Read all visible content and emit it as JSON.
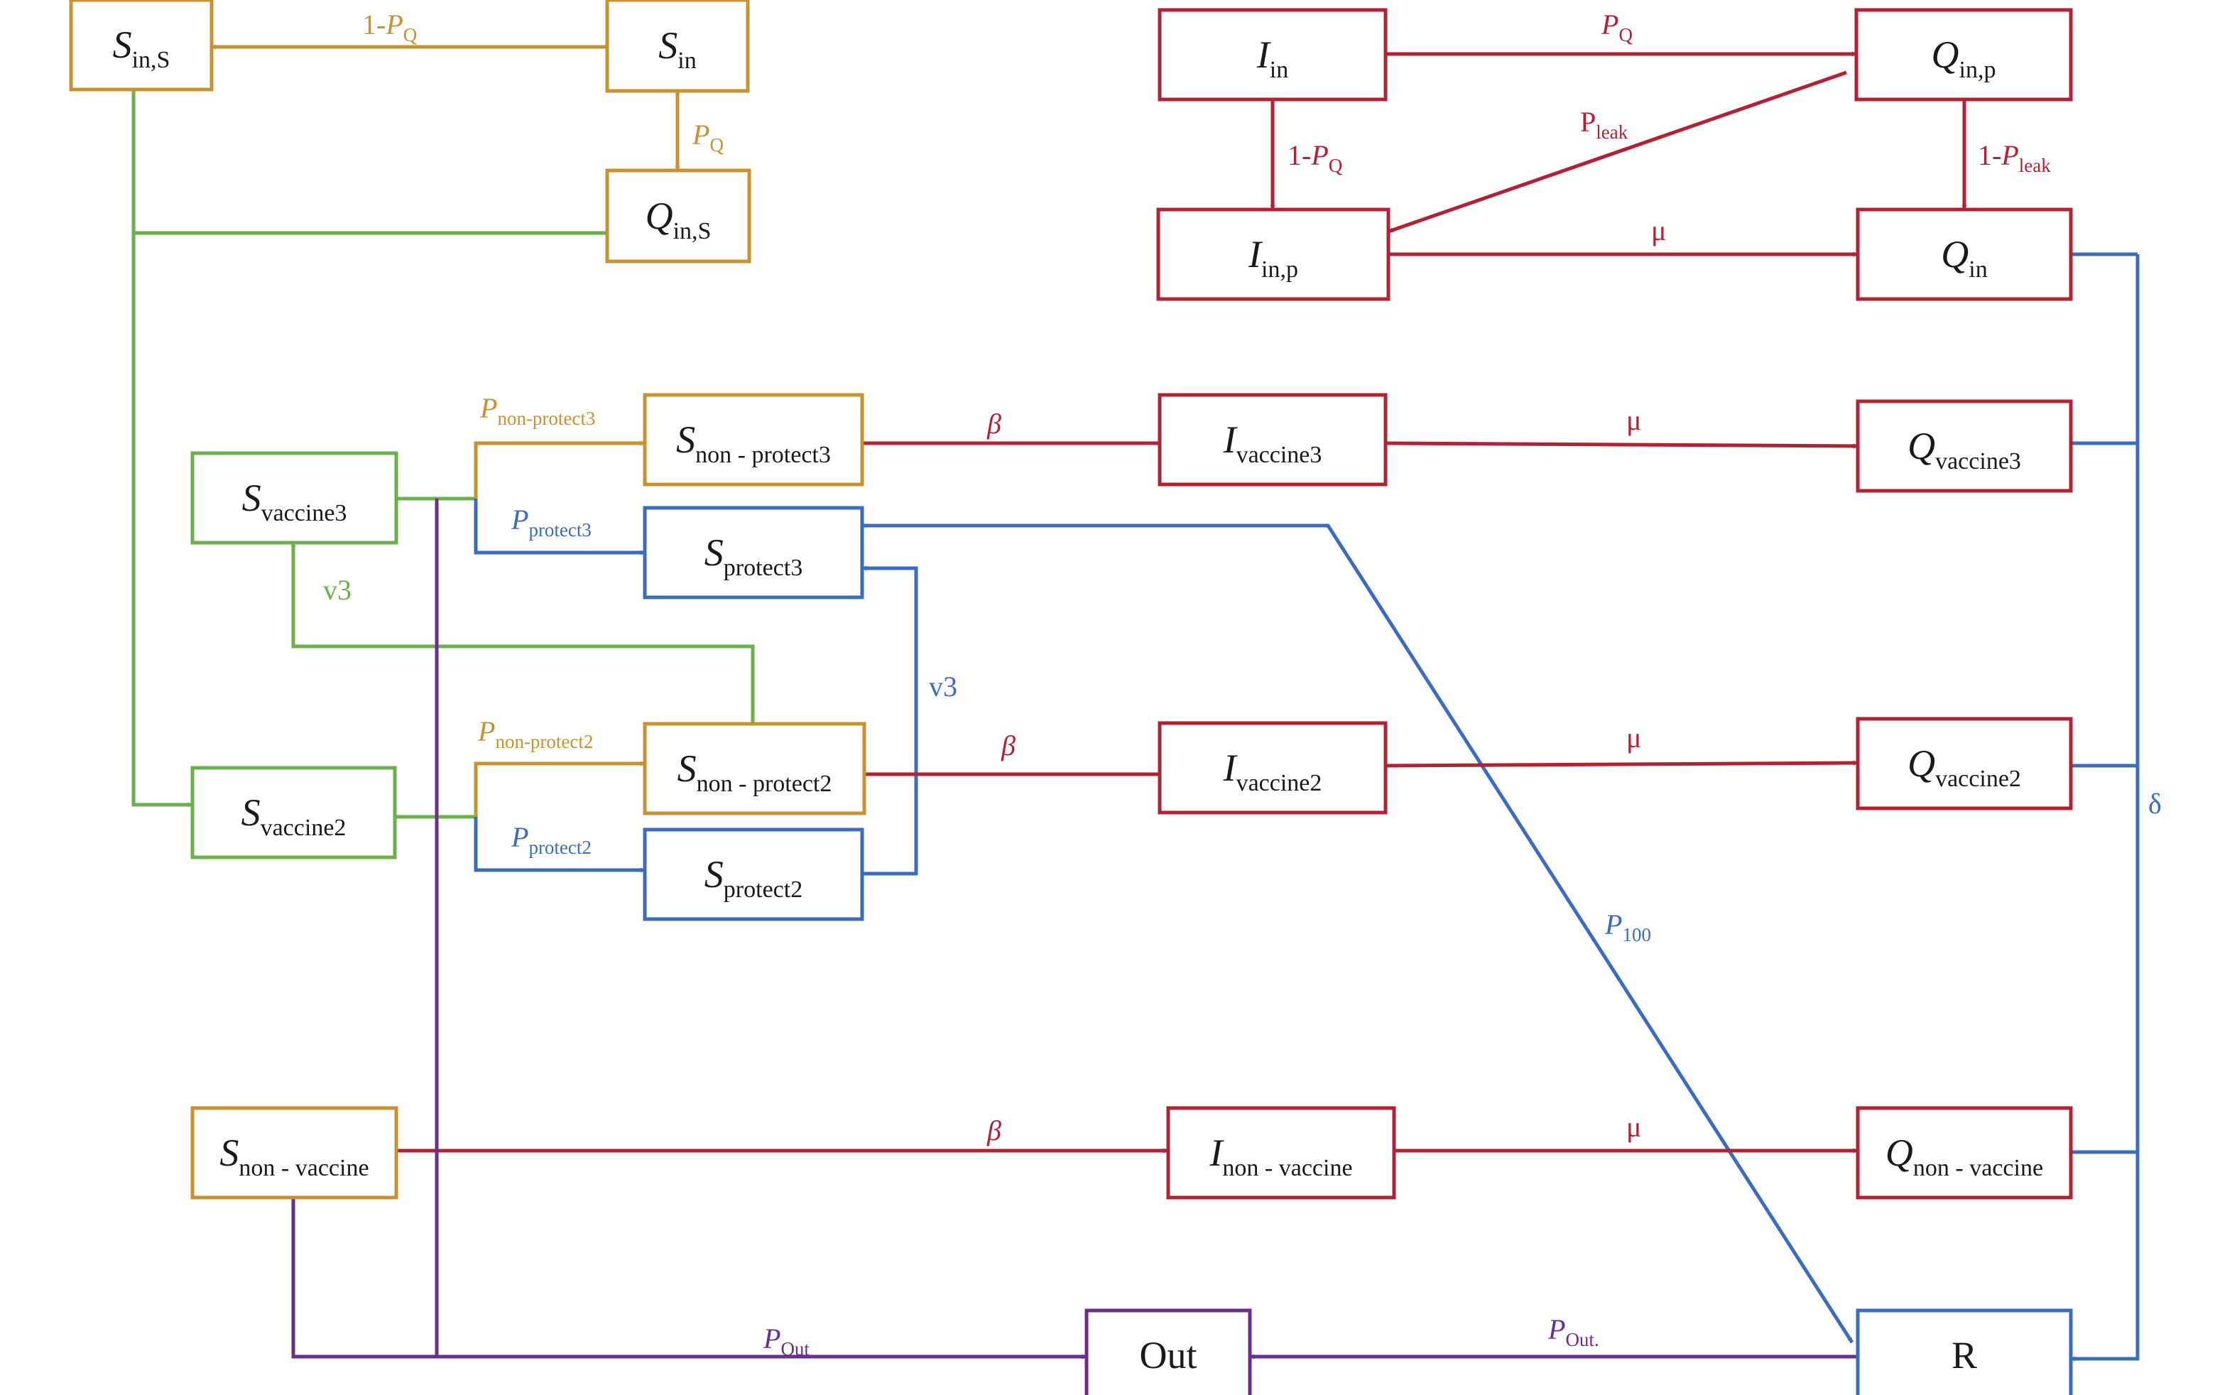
{
  "colors": {
    "gold": "#C8922F",
    "red": "#B22234",
    "blue": "#3A6DC0",
    "green": "#6BB04A",
    "purple": "#6B2D8F"
  },
  "nodes": {
    "S_inS": {
      "main": "S",
      "sub": "in,S",
      "color": "gold"
    },
    "S_in": {
      "main": "S",
      "sub": "in",
      "color": "gold"
    },
    "Q_inS": {
      "main": "Q",
      "sub": "in,S",
      "color": "gold"
    },
    "I_in": {
      "main": "I",
      "sub": "in",
      "color": "red"
    },
    "Q_inp": {
      "main": "Q",
      "sub": "in,p",
      "color": "red"
    },
    "I_inp": {
      "main": "I",
      "sub": "in,p",
      "color": "red"
    },
    "Q_in": {
      "main": "Q",
      "sub": "in",
      "color": "red"
    },
    "S_vaccine3": {
      "main": "S",
      "sub": "vaccine3",
      "color": "green"
    },
    "S_nonprotect3": {
      "main": "S",
      "sub": "non - protect3",
      "color": "gold"
    },
    "S_protect3": {
      "main": "S",
      "sub": "protect3",
      "color": "blue"
    },
    "I_vaccine3": {
      "main": "I",
      "sub": "vaccine3",
      "color": "red"
    },
    "Q_vaccine3": {
      "main": "Q",
      "sub": "vaccine3",
      "color": "red"
    },
    "S_vaccine2": {
      "main": "S",
      "sub": "vaccine2",
      "color": "green"
    },
    "S_nonprotect2": {
      "main": "S",
      "sub": "non - protect2",
      "color": "gold"
    },
    "S_protect2": {
      "main": "S",
      "sub": "protect2",
      "color": "blue"
    },
    "I_vaccine2": {
      "main": "I",
      "sub": "vaccine2",
      "color": "red"
    },
    "Q_vaccine2": {
      "main": "Q",
      "sub": "vaccine2",
      "color": "red"
    },
    "S_nonvaccine": {
      "main": "S",
      "sub": "non - vaccine",
      "color": "gold"
    },
    "I_nonvaccine": {
      "main": "I",
      "sub": "non - vaccine",
      "color": "red"
    },
    "Q_nonvaccine": {
      "main": "Q",
      "sub": "non - vaccine",
      "color": "red"
    },
    "Out": {
      "main": "Out",
      "sub": "",
      "color": "purple",
      "plain": true
    },
    "R": {
      "main": "R",
      "sub": "",
      "color": "blue",
      "plain": true
    }
  },
  "edge_labels": {
    "sin_to_sins": {
      "prefix": "1-",
      "main": "P",
      "sub": "Q",
      "color": "gold"
    },
    "sin_to_qins": {
      "prefix": "",
      "main": "P",
      "sub": "Q",
      "color": "gold"
    },
    "iin_to_qinp": {
      "prefix": "",
      "main": "P",
      "sub": "Q",
      "color": "red"
    },
    "iin_to_iinp": {
      "prefix": "1-",
      "main": "P",
      "sub": "Q",
      "color": "red"
    },
    "qinp_to_iinp": {
      "prefix": "",
      "main": "P",
      "sub": "leak",
      "color": "red",
      "plain": true
    },
    "qinp_to_qin": {
      "prefix": "1-",
      "main": "P",
      "sub": "leak",
      "color": "red"
    },
    "iinp_to_qin": {
      "prefix": "",
      "main": "μ",
      "sub": "",
      "color": "red",
      "plain": true
    },
    "v3_nonprotect3": {
      "prefix": "",
      "main": "P",
      "sub": "non-protect3",
      "color": "gold"
    },
    "v3_protect3": {
      "prefix": "",
      "main": "P",
      "sub": "protect3",
      "color": "blue"
    },
    "beta3": {
      "prefix": "",
      "main": "β",
      "sub": "",
      "color": "red"
    },
    "mu3": {
      "prefix": "",
      "main": "μ",
      "sub": "",
      "color": "red",
      "plain": true
    },
    "v3_green": {
      "prefix": "",
      "main": "v3",
      "sub": "",
      "color": "green",
      "plain": true
    },
    "v3_blue": {
      "prefix": "",
      "main": "v3",
      "sub": "",
      "color": "blue",
      "plain": true
    },
    "v2_nonprotect2": {
      "prefix": "",
      "main": "P",
      "sub": "non-protect2",
      "color": "gold"
    },
    "v2_protect2": {
      "prefix": "",
      "main": "P",
      "sub": "protect2",
      "color": "blue"
    },
    "beta2": {
      "prefix": "",
      "main": "β",
      "sub": "",
      "color": "red"
    },
    "mu2": {
      "prefix": "",
      "main": "μ",
      "sub": "",
      "color": "red",
      "plain": true
    },
    "p100": {
      "prefix": "",
      "main": "P",
      "sub": "100",
      "color": "blue"
    },
    "delta": {
      "prefix": "",
      "main": "δ",
      "sub": "",
      "color": "blue",
      "plain": true
    },
    "beta_nv": {
      "prefix": "",
      "main": "β",
      "sub": "",
      "color": "red"
    },
    "mu_nv": {
      "prefix": "",
      "main": "μ",
      "sub": "",
      "color": "red",
      "plain": true
    },
    "pout": {
      "prefix": "",
      "main": "P",
      "sub": "Out",
      "color": "purple"
    },
    "pout_r": {
      "prefix": "",
      "main": "P",
      "sub": "Out.",
      "color": "purple"
    }
  }
}
